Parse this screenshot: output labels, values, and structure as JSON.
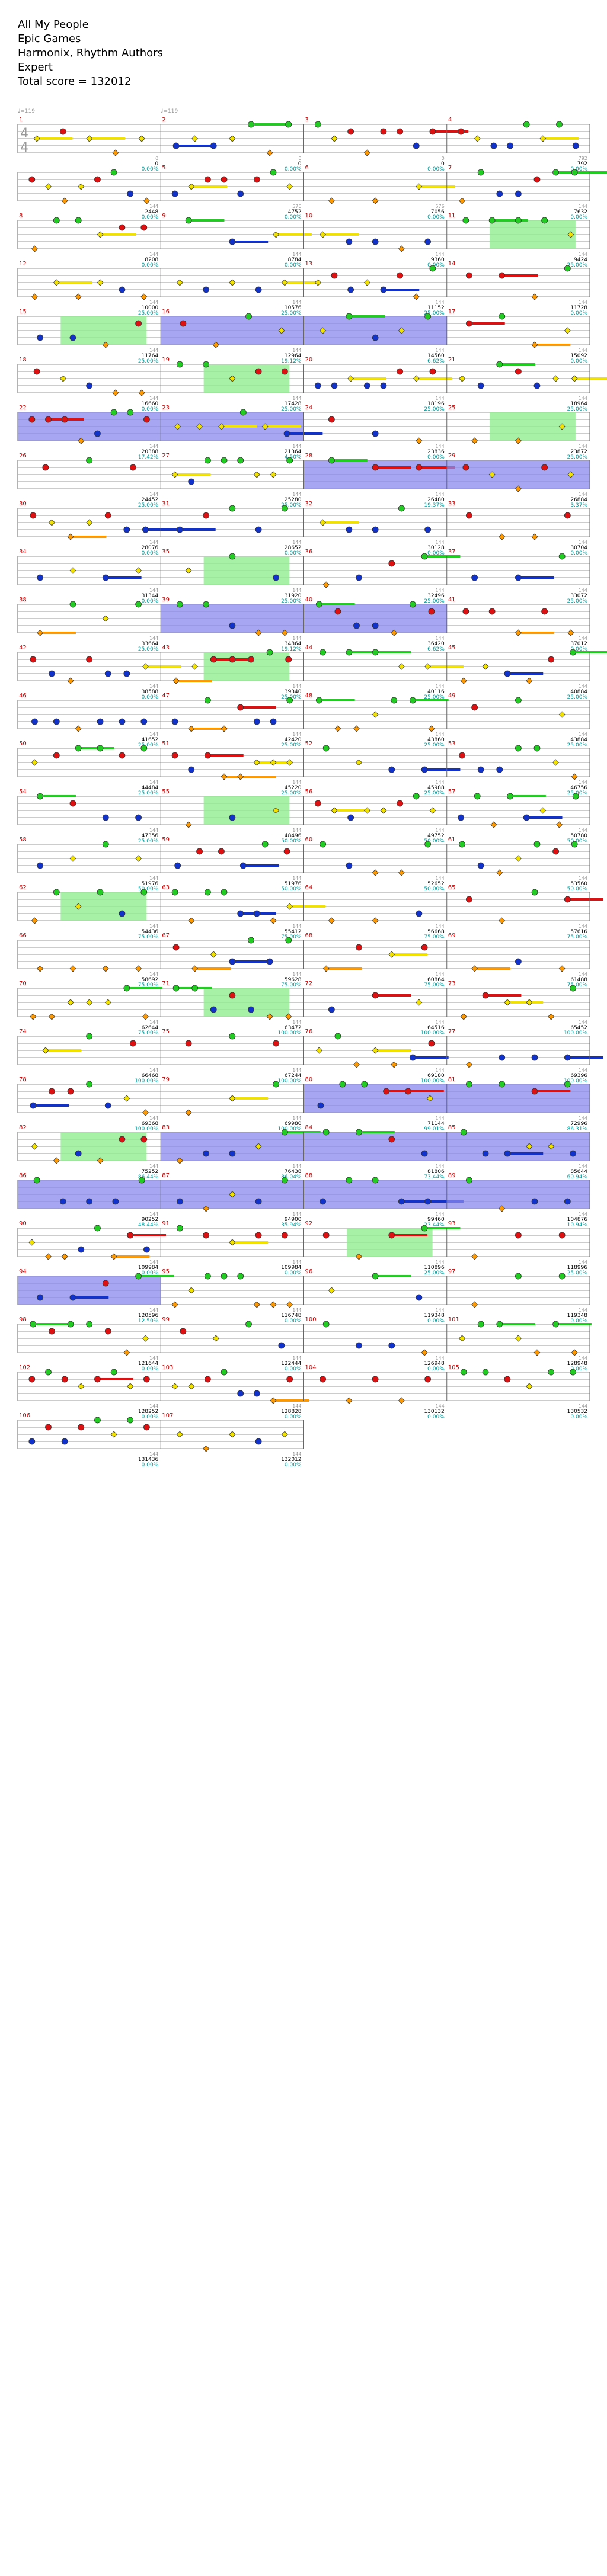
{
  "song": {
    "title": "All My People",
    "artist": "Epic Games",
    "charter": "Harmonix, Rhythm Authors",
    "difficulty": "Expert",
    "total_score_label": "Total score = ",
    "total_score": "132012"
  },
  "colors": {
    "green": "#22cc22",
    "red": "#dd1111",
    "yellow": "#f2e200",
    "blue": "#1133cc",
    "orange": "#ff9900",
    "overdrive_fill": "#90ee90",
    "solo_fill": "#8888ee",
    "measure_number": "#cc0000",
    "percent_text": "#009999",
    "score_text": "#000000",
    "staff_line": "#999999"
  },
  "time_signature": {
    "numerator": "4",
    "denominator": "4"
  },
  "tempo_marks": [
    "♩=119",
    "♩=119"
  ],
  "measures": [
    {
      "n": "1",
      "sub": "0",
      "score": "0",
      "pct": "0.00%"
    },
    {
      "n": "2",
      "sub": "0",
      "score": "0",
      "pct": "0.00%"
    },
    {
      "n": "3",
      "sub": "0",
      "score": "0",
      "pct": "0.00%"
    },
    {
      "n": "4",
      "sub": "792",
      "score": "792",
      "pct": "0.00%"
    },
    {
      "n": "",
      "sub": "144",
      "score": "2448",
      "pct": "0.00%"
    },
    {
      "n": "5",
      "sub": "576",
      "score": "4752",
      "pct": "0.00%"
    },
    {
      "n": "6",
      "sub": "576",
      "score": "7056",
      "pct": "0.00%"
    },
    {
      "n": "7",
      "sub": "144",
      "score": "7632",
      "pct": "0.00%"
    },
    {
      "n": "8",
      "sub": "144",
      "score": "8208",
      "pct": "0.00%"
    },
    {
      "n": "9",
      "sub": "144",
      "score": "8784",
      "pct": "0.00%"
    },
    {
      "n": "10",
      "sub": "144",
      "score": "9360",
      "pct": "0.00%"
    },
    {
      "n": "11",
      "sub": "144",
      "score": "9424",
      "pct": "25.00%"
    },
    {
      "n": "12",
      "sub": "144",
      "score": "10000",
      "pct": "25.00%"
    },
    {
      "n": "",
      "sub": "144",
      "score": "10576",
      "pct": "25.00%"
    },
    {
      "n": "13",
      "sub": "144",
      "score": "11152",
      "pct": "25.00%"
    },
    {
      "n": "14",
      "sub": "144",
      "score": "11728",
      "pct": "0.00%"
    },
    {
      "n": "15",
      "sub": "144",
      "score": "11764",
      "pct": "25.00%"
    },
    {
      "n": "16",
      "sub": "144",
      "score": "12964",
      "pct": "19.12%"
    },
    {
      "n": "",
      "sub": "144",
      "score": "14560",
      "pct": "6.62%"
    },
    {
      "n": "17",
      "sub": "144",
      "score": "15092",
      "pct": "0.00%"
    },
    {
      "n": "18",
      "sub": "144",
      "score": "16660",
      "pct": "0.00%"
    },
    {
      "n": "19",
      "sub": "144",
      "score": "17428",
      "pct": "25.00%"
    },
    {
      "n": "20",
      "sub": "144",
      "score": "18196",
      "pct": "25.00%"
    },
    {
      "n": "21",
      "sub": "144",
      "score": "18964",
      "pct": "25.00%"
    },
    {
      "n": "22",
      "sub": "144",
      "score": "20388",
      "pct": "17.42%"
    },
    {
      "n": "23",
      "sub": "144",
      "score": "21364",
      "pct": "4.50%"
    },
    {
      "n": "24",
      "sub": "144",
      "score": "23836",
      "pct": "0.00%"
    },
    {
      "n": "25",
      "sub": "144",
      "score": "23872",
      "pct": "25.00%"
    },
    {
      "n": "26",
      "sub": "144",
      "score": "24452",
      "pct": "25.00%"
    },
    {
      "n": "27",
      "sub": "144",
      "score": "25280",
      "pct": "25.00%"
    },
    {
      "n": "28",
      "sub": "144",
      "score": "26480",
      "pct": "19.37%"
    },
    {
      "n": "29",
      "sub": "144",
      "score": "26884",
      "pct": "3.37%"
    },
    {
      "n": "30",
      "sub": "144",
      "score": "28076",
      "pct": "0.00%"
    },
    {
      "n": "31",
      "sub": "144",
      "score": "28652",
      "pct": "0.00%"
    },
    {
      "n": "32",
      "sub": "144",
      "score": "30128",
      "pct": "0.00%"
    },
    {
      "n": "33",
      "sub": "144",
      "score": "30704",
      "pct": "0.00%"
    },
    {
      "n": "34",
      "sub": "144",
      "score": "31344",
      "pct": "0.00%"
    },
    {
      "n": "35",
      "sub": "144",
      "score": "31920",
      "pct": "25.00%"
    },
    {
      "n": "36",
      "sub": "144",
      "score": "32496",
      "pct": "25.00%"
    },
    {
      "n": "37",
      "sub": "144",
      "score": "33072",
      "pct": "25.00%"
    },
    {
      "n": "38",
      "sub": "144",
      "score": "33664",
      "pct": "25.00%"
    },
    {
      "n": "39",
      "sub": "144",
      "score": "34864",
      "pct": "19.12%"
    },
    {
      "n": "40",
      "sub": "144",
      "score": "36420",
      "pct": "6.62%"
    },
    {
      "n": "41",
      "sub": "144",
      "score": "37012",
      "pct": "0.00%"
    },
    {
      "n": "42",
      "sub": "144",
      "score": "38588",
      "pct": "0.00%"
    },
    {
      "n": "43",
      "sub": "144",
      "score": "39340",
      "pct": "25.00%"
    },
    {
      "n": "44",
      "sub": "144",
      "score": "40116",
      "pct": "25.00%"
    },
    {
      "n": "45",
      "sub": "144",
      "score": "40884",
      "pct": "25.00%"
    },
    {
      "n": "46",
      "sub": "144",
      "score": "41652",
      "pct": "25.00%"
    },
    {
      "n": "47",
      "sub": "144",
      "score": "42420",
      "pct": "25.00%"
    },
    {
      "n": "48",
      "sub": "144",
      "score": "43860",
      "pct": "25.00%"
    },
    {
      "n": "49",
      "sub": "144",
      "score": "43884",
      "pct": "25.00%"
    },
    {
      "n": "50",
      "sub": "144",
      "score": "44484",
      "pct": "25.00%"
    },
    {
      "n": "51",
      "sub": "144",
      "score": "45220",
      "pct": "25.00%"
    },
    {
      "n": "52",
      "sub": "144",
      "score": "45988",
      "pct": "25.00%"
    },
    {
      "n": "53",
      "sub": "144",
      "score": "46756",
      "pct": "25.00%"
    },
    {
      "n": "54",
      "sub": "144",
      "score": "47356",
      "pct": "25.00%"
    },
    {
      "n": "55",
      "sub": "144",
      "score": "48496",
      "pct": "50.00%"
    },
    {
      "n": "56",
      "sub": "144",
      "score": "49752",
      "pct": "50.00%"
    },
    {
      "n": "57",
      "sub": "144",
      "score": "50780",
      "pct": "50.00%"
    },
    {
      "n": "58",
      "sub": "144",
      "score": "51976",
      "pct": "50.00%"
    },
    {
      "n": "59",
      "sub": "144",
      "score": "51976",
      "pct": "50.00%"
    },
    {
      "n": "60",
      "sub": "144",
      "score": "52652",
      "pct": "50.00%"
    },
    {
      "n": "61",
      "sub": "144",
      "score": "53560",
      "pct": "50.00%"
    },
    {
      "n": "62",
      "sub": "144",
      "score": "54436",
      "pct": "75.00%"
    },
    {
      "n": "63",
      "sub": "144",
      "score": "55412",
      "pct": "75.00%"
    },
    {
      "n": "64",
      "sub": "144",
      "score": "56668",
      "pct": "75.00%"
    },
    {
      "n": "65",
      "sub": "144",
      "score": "57616",
      "pct": "75.00%"
    },
    {
      "n": "66",
      "sub": "144",
      "score": "58692",
      "pct": "75.00%"
    },
    {
      "n": "67",
      "sub": "144",
      "score": "59628",
      "pct": "75.00%"
    },
    {
      "n": "68",
      "sub": "144",
      "score": "60864",
      "pct": "75.00%"
    },
    {
      "n": "69",
      "sub": "144",
      "score": "61488",
      "pct": "75.00%"
    },
    {
      "n": "70",
      "sub": "144",
      "score": "62644",
      "pct": "75.00%"
    },
    {
      "n": "71",
      "sub": "144",
      "score": "63472",
      "pct": "100.00%"
    },
    {
      "n": "72",
      "sub": "144",
      "score": "64516",
      "pct": "100.00%"
    },
    {
      "n": "73",
      "sub": "144",
      "score": "65452",
      "pct": "100.00%"
    },
    {
      "n": "74",
      "sub": "144",
      "score": "66468",
      "pct": "100.00%"
    },
    {
      "n": "75",
      "sub": "144",
      "score": "67244",
      "pct": "100.00%"
    },
    {
      "n": "76",
      "sub": "144",
      "score": "69180",
      "pct": "100.00%"
    },
    {
      "n": "77",
      "sub": "144",
      "score": "69396",
      "pct": "100.00%"
    },
    {
      "n": "78",
      "sub": "144",
      "score": "69368",
      "pct": "100.00%"
    },
    {
      "n": "79",
      "sub": "144",
      "score": "69980",
      "pct": "100.00%"
    },
    {
      "n": "80",
      "sub": "144",
      "score": "71144",
      "pct": "99.01%"
    },
    {
      "n": "81",
      "sub": "144",
      "score": "72996",
      "pct": "86.31%"
    },
    {
      "n": "82",
      "sub": "144",
      "score": "75252",
      "pct": "86.44%"
    },
    {
      "n": "83",
      "sub": "144",
      "score": "76438",
      "pct": "86.04%"
    },
    {
      "n": "84",
      "sub": "144",
      "score": "81806",
      "pct": "73.44%"
    },
    {
      "n": "85",
      "sub": "144",
      "score": "85644",
      "pct": "60.94%"
    },
    {
      "n": "86",
      "sub": "144",
      "score": "90252",
      "pct": "48.44%"
    },
    {
      "n": "87",
      "sub": "144",
      "score": "94900",
      "pct": "35.94%"
    },
    {
      "n": "88",
      "sub": "144",
      "score": "99460",
      "pct": "23.44%"
    },
    {
      "n": "89",
      "sub": "144",
      "score": "104876",
      "pct": "10.94%"
    },
    {
      "n": "90",
      "sub": "144",
      "score": "109984",
      "pct": "0.00%"
    },
    {
      "n": "91",
      "sub": "144",
      "score": "109984",
      "pct": "0.00%"
    },
    {
      "n": "92",
      "sub": "144",
      "score": "110896",
      "pct": "25.00%"
    },
    {
      "n": "93",
      "sub": "144",
      "score": "118996",
      "pct": "25.00%"
    },
    {
      "n": "94",
      "sub": "144",
      "score": "120596",
      "pct": "12.50%"
    },
    {
      "n": "95",
      "sub": "144",
      "score": "116748",
      "pct": "0.00%"
    },
    {
      "n": "96",
      "sub": "144",
      "score": "119348",
      "pct": "0.00%"
    },
    {
      "n": "97",
      "sub": "144",
      "score": "119348",
      "pct": "0.00%"
    },
    {
      "n": "98",
      "sub": "144",
      "score": "121644",
      "pct": "0.00%"
    },
    {
      "n": "99",
      "sub": "144",
      "score": "122444",
      "pct": "0.00%"
    },
    {
      "n": "100",
      "sub": "144",
      "score": "126948",
      "pct": "0.00%"
    },
    {
      "n": "101",
      "sub": "144",
      "score": "128948",
      "pct": "0.00%"
    },
    {
      "n": "102",
      "sub": "144",
      "score": "128252",
      "pct": "0.00%"
    },
    {
      "n": "103",
      "sub": "144",
      "score": "128828",
      "pct": "0.00%"
    },
    {
      "n": "104",
      "sub": "144",
      "score": "130132",
      "pct": "0.00%"
    },
    {
      "n": "105",
      "sub": "144",
      "score": "130532",
      "pct": "0.00%"
    },
    {
      "n": "106",
      "sub": "144",
      "score": "131436",
      "pct": "0.00%"
    },
    {
      "n": "107",
      "sub": "144",
      "score": "132012",
      "pct": "0.00%"
    }
  ]
}
